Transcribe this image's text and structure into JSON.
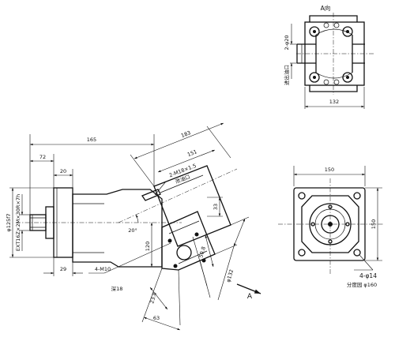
{
  "view_a_title": "A向",
  "view_a": {
    "dim_2phi20": "2-φ20",
    "port_label": "进出油口",
    "dim_132": "132"
  },
  "side": {
    "dim_165": "165",
    "dim_72": "72",
    "dim_20": "20",
    "dim_29": "29",
    "dim_phi125": "φ125f7",
    "spline": "EXT16Z×2M×30R×7h",
    "dim_183": "183",
    "dim_151": "151",
    "drain_thread": "2-M18×1.5",
    "drain_label": "泄油口",
    "dim_33": "33",
    "angle": "20°",
    "dim_120": "120",
    "bolt_thread": "4-M10",
    "depth_18": "深18",
    "dim_50_8": "50.8",
    "dim_23_8": "23.8",
    "dim_phi132": "φ132",
    "dim_63": "63",
    "view_arrow": "A"
  },
  "front": {
    "dim_150_top": "150",
    "dim_150_right": "150",
    "holes": "4-φ14",
    "pcd": "分度园 φ160"
  }
}
